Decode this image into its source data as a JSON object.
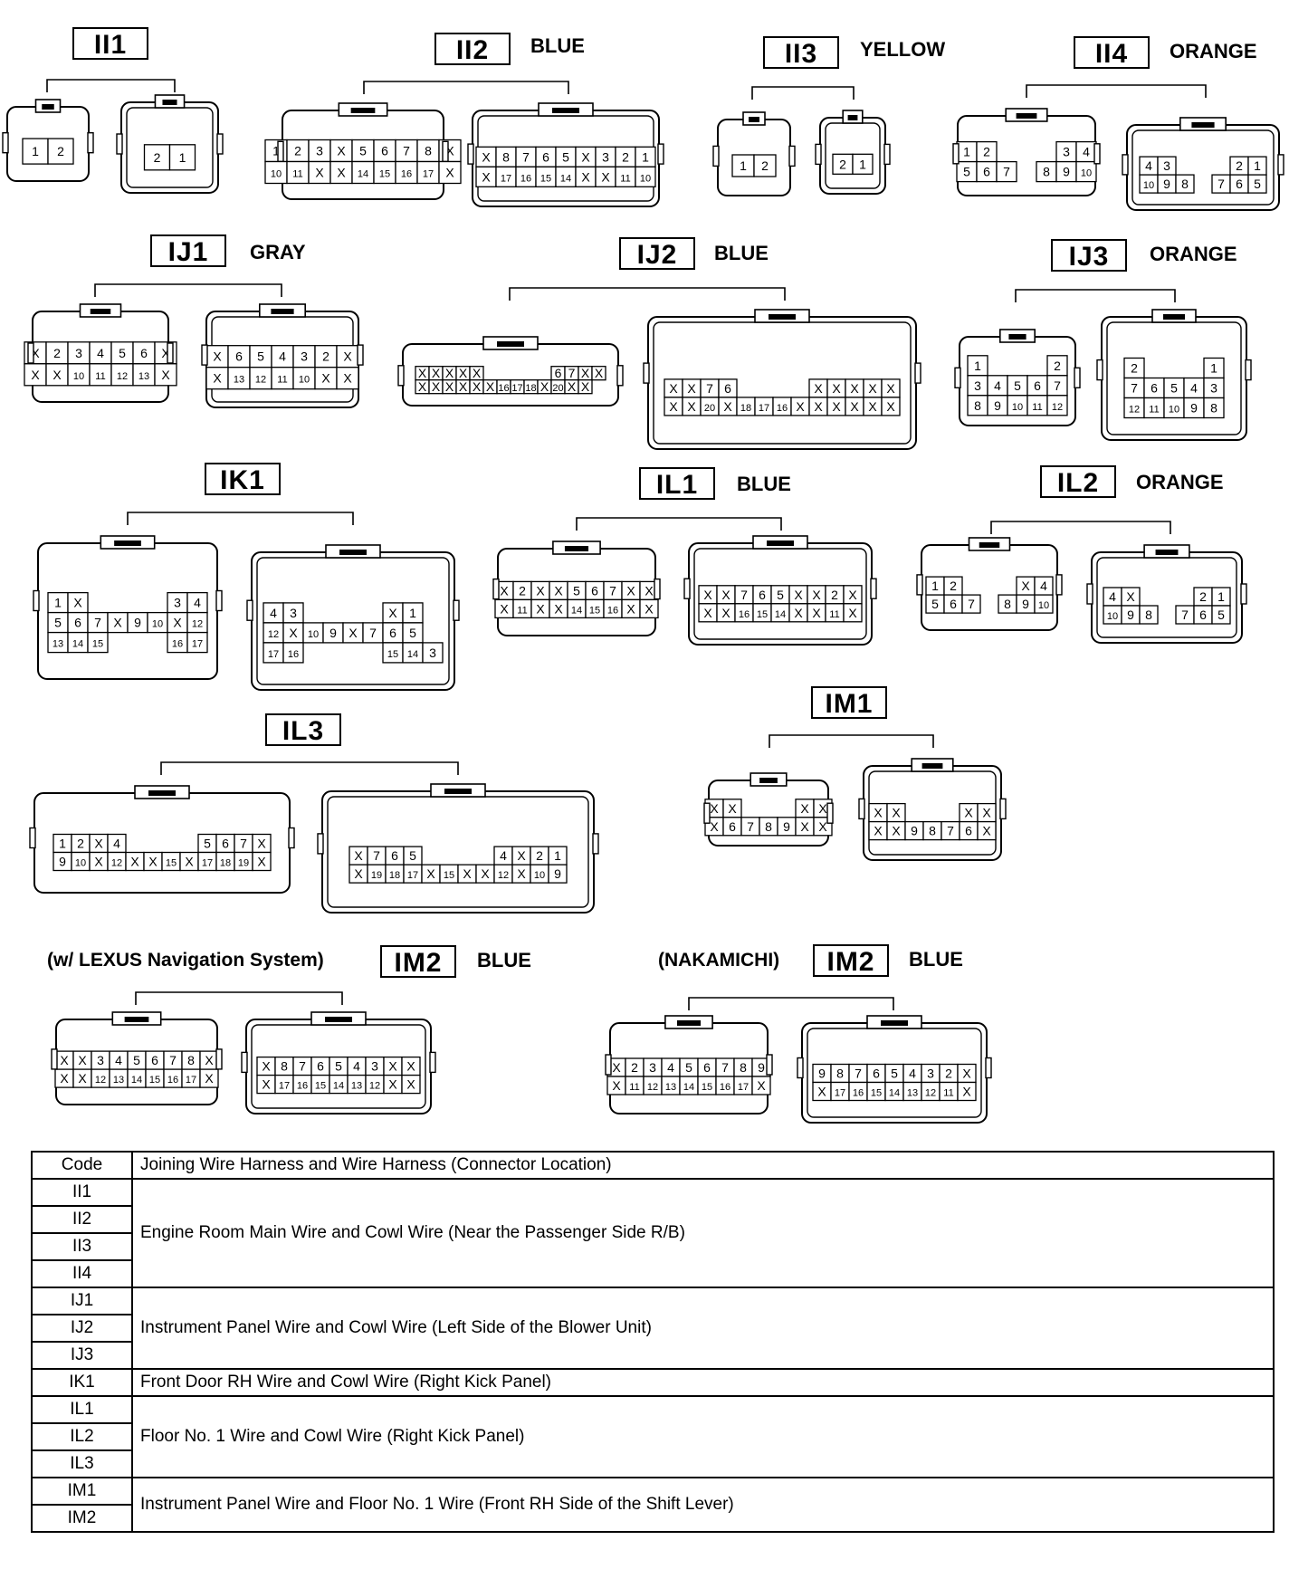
{
  "connectors": [
    {
      "code": "II1",
      "color": ""
    },
    {
      "code": "II2",
      "color": "BLUE"
    },
    {
      "code": "II3",
      "color": "YELLOW"
    },
    {
      "code": "II4",
      "color": "ORANGE"
    },
    {
      "code": "IJ1",
      "color": "GRAY"
    },
    {
      "code": "IJ2",
      "color": "BLUE"
    },
    {
      "code": "IJ3",
      "color": "ORANGE"
    },
    {
      "code": "IK1",
      "color": ""
    },
    {
      "code": "IL1",
      "color": "BLUE"
    },
    {
      "code": "IL2",
      "color": "ORANGE"
    },
    {
      "code": "IL3",
      "color": ""
    },
    {
      "code": "IM1",
      "color": ""
    },
    {
      "code": "IM2",
      "color": "BLUE",
      "variant": "(w/ LEXUS Navigation System)"
    },
    {
      "code": "IM2",
      "color": "BLUE",
      "variant": "(NAKAMICHI)"
    }
  ],
  "pin_grids": {
    "II1": [
      [
        [
          "1",
          "2"
        ]
      ],
      [
        [
          "2",
          "1"
        ]
      ]
    ],
    "II2": [
      [
        [
          "1",
          "2",
          "3",
          "X",
          "5",
          "6",
          "7",
          "8",
          "X"
        ],
        [
          "10",
          "11",
          "X",
          "X",
          "14",
          "15",
          "16",
          "17",
          "X"
        ]
      ],
      [
        [
          "X",
          "8",
          "7",
          "6",
          "5",
          "X",
          "3",
          "2",
          "1"
        ],
        [
          "X",
          "17",
          "16",
          "15",
          "14",
          "X",
          "X",
          "11",
          "10"
        ]
      ]
    ],
    "II3": [
      [
        [
          "1",
          "2"
        ]
      ],
      [
        [
          "2",
          "1"
        ]
      ]
    ],
    "II4": [
      [
        [
          "1",
          "2",
          "",
          "",
          "",
          "3",
          "4"
        ],
        [
          "5",
          "6",
          "7",
          "",
          "8",
          "9",
          "10"
        ]
      ],
      [
        [
          "4",
          "3",
          "",
          "",
          "",
          "2",
          "1"
        ],
        [
          "10",
          "9",
          "8",
          "",
          "7",
          "6",
          "5"
        ]
      ]
    ],
    "IJ1": [
      [
        [
          "X",
          "2",
          "3",
          "4",
          "5",
          "6",
          "X"
        ],
        [
          "X",
          "X",
          "10",
          "11",
          "12",
          "13",
          "X"
        ]
      ],
      [
        [
          "X",
          "6",
          "5",
          "4",
          "3",
          "2",
          "X"
        ],
        [
          "X",
          "13",
          "12",
          "11",
          "10",
          "X",
          "X"
        ]
      ]
    ],
    "IJ2": [
      [
        [
          "X",
          "X",
          "X",
          "X",
          "X",
          "",
          "",
          "",
          "",
          "",
          "6",
          "7",
          "X",
          "X"
        ],
        [
          "X",
          "X",
          "X",
          "X",
          "X",
          "X",
          "16",
          "17",
          "18",
          "X",
          "20",
          "X",
          "X"
        ]
      ],
      [
        [
          "X",
          "X",
          "7",
          "6",
          "",
          "",
          "",
          "",
          "X",
          "X",
          "X",
          "X",
          "X"
        ],
        [
          "X",
          "X",
          "20",
          "X",
          "18",
          "17",
          "16",
          "X",
          "X",
          "X",
          "X",
          "X",
          "X"
        ]
      ]
    ],
    "IJ3": [
      [
        [
          "1",
          "",
          "",
          "",
          "2"
        ],
        [
          "3",
          "4",
          "5",
          "6",
          "7"
        ],
        [
          "8",
          "9",
          "10",
          "11",
          "12"
        ]
      ],
      [
        [
          "2",
          "",
          "",
          "",
          "1"
        ],
        [
          "7",
          "6",
          "5",
          "4",
          "3"
        ],
        [
          "12",
          "11",
          "10",
          "9",
          "8"
        ]
      ]
    ],
    "IK1": [
      [
        [
          "1",
          "X",
          "",
          "",
          "",
          "",
          "3",
          "4"
        ],
        [
          "5",
          "6",
          "7",
          "X",
          "9",
          "10",
          "X",
          "12"
        ],
        [
          "13",
          "14",
          "15",
          "",
          "",
          "",
          "16",
          "17"
        ]
      ],
      [
        [
          "4",
          "3",
          "",
          "",
          "",
          "",
          "X",
          "1"
        ],
        [
          "12",
          "X",
          "10",
          "9",
          "X",
          "7",
          "6",
          "5"
        ],
        [
          "17",
          "16",
          "",
          "",
          "",
          "",
          "15",
          "14",
          "3"
        ]
      ]
    ],
    "IL1": [
      [
        [
          "X",
          "2",
          "X",
          "X",
          "5",
          "6",
          "7",
          "X",
          "X"
        ],
        [
          "X",
          "11",
          "X",
          "X",
          "14",
          "15",
          "16",
          "X",
          "X"
        ]
      ],
      [
        [
          "X",
          "X",
          "7",
          "6",
          "5",
          "X",
          "X",
          "2",
          "X"
        ],
        [
          "X",
          "X",
          "16",
          "15",
          "14",
          "X",
          "X",
          "11",
          "X"
        ]
      ]
    ],
    "IL2": [
      [
        [
          "1",
          "2",
          "",
          "",
          "",
          "X",
          "4"
        ],
        [
          "5",
          "6",
          "7",
          "",
          "8",
          "9",
          "10"
        ]
      ],
      [
        [
          "4",
          "X",
          "",
          "",
          "",
          "2",
          "1"
        ],
        [
          "10",
          "9",
          "8",
          "",
          "7",
          "6",
          "5"
        ]
      ]
    ],
    "IL3": [
      [
        [
          "1",
          "2",
          "X",
          "4",
          "",
          "",
          "",
          "",
          "5",
          "6",
          "7",
          "X"
        ],
        [
          "9",
          "10",
          "X",
          "12",
          "X",
          "X",
          "15",
          "X",
          "17",
          "18",
          "19",
          "X"
        ]
      ],
      [
        [
          "X",
          "7",
          "6",
          "5",
          "",
          "",
          "",
          "",
          "4",
          "X",
          "2",
          "1"
        ],
        [
          "X",
          "19",
          "18",
          "17",
          "X",
          "15",
          "X",
          "X",
          "12",
          "X",
          "10",
          "9"
        ]
      ]
    ],
    "IM1": [
      [
        [
          "X",
          "X",
          "",
          "",
          "",
          "X",
          "X"
        ],
        [
          "X",
          "6",
          "7",
          "8",
          "9",
          "X",
          "X"
        ]
      ],
      [
        [
          "X",
          "X",
          "",
          "",
          "",
          "X",
          "X"
        ],
        [
          "X",
          "X",
          "9",
          "8",
          "7",
          "6",
          "X"
        ]
      ]
    ],
    "IM2_nav": [
      [
        [
          "X",
          "X",
          "3",
          "4",
          "5",
          "6",
          "7",
          "8",
          "X"
        ],
        [
          "X",
          "X",
          "12",
          "13",
          "14",
          "15",
          "16",
          "17",
          "X"
        ]
      ],
      [
        [
          "X",
          "8",
          "7",
          "6",
          "5",
          "4",
          "3",
          "X",
          "X"
        ],
        [
          "X",
          "17",
          "16",
          "15",
          "14",
          "13",
          "12",
          "X",
          "X"
        ]
      ]
    ],
    "IM2_nak": [
      [
        [
          "X",
          "2",
          "3",
          "4",
          "5",
          "6",
          "7",
          "8",
          "9"
        ],
        [
          "X",
          "11",
          "12",
          "13",
          "14",
          "15",
          "16",
          "17",
          "X"
        ]
      ],
      [
        [
          "9",
          "8",
          "7",
          "6",
          "5",
          "4",
          "3",
          "2",
          "X"
        ],
        [
          "X",
          "17",
          "16",
          "15",
          "14",
          "13",
          "12",
          "11",
          "X"
        ]
      ]
    ]
  },
  "legend": {
    "header_code": "Code",
    "header_desc": "Joining Wire Harness and Wire Harness (Connector Location)",
    "groups": [
      {
        "codes": [
          "II1",
          "II2",
          "II3",
          "II4"
        ],
        "desc": "Engine Room Main Wire and Cowl Wire (Near the Passenger Side R/B)"
      },
      {
        "codes": [
          "IJ1",
          "IJ2",
          "IJ3"
        ],
        "desc": "Instrument Panel Wire and Cowl Wire (Left Side of the Blower Unit)"
      },
      {
        "codes": [
          "IK1"
        ],
        "desc": "Front Door RH Wire and Cowl Wire (Right Kick Panel)"
      },
      {
        "codes": [
          "IL1",
          "IL2",
          "IL3"
        ],
        "desc": "Floor No. 1 Wire and Cowl Wire (Right Kick Panel)"
      },
      {
        "codes": [
          "IM1",
          "IM2"
        ],
        "desc": "Instrument Panel Wire and Floor No. 1 Wire (Front RH Side of the Shift Lever)"
      }
    ]
  }
}
